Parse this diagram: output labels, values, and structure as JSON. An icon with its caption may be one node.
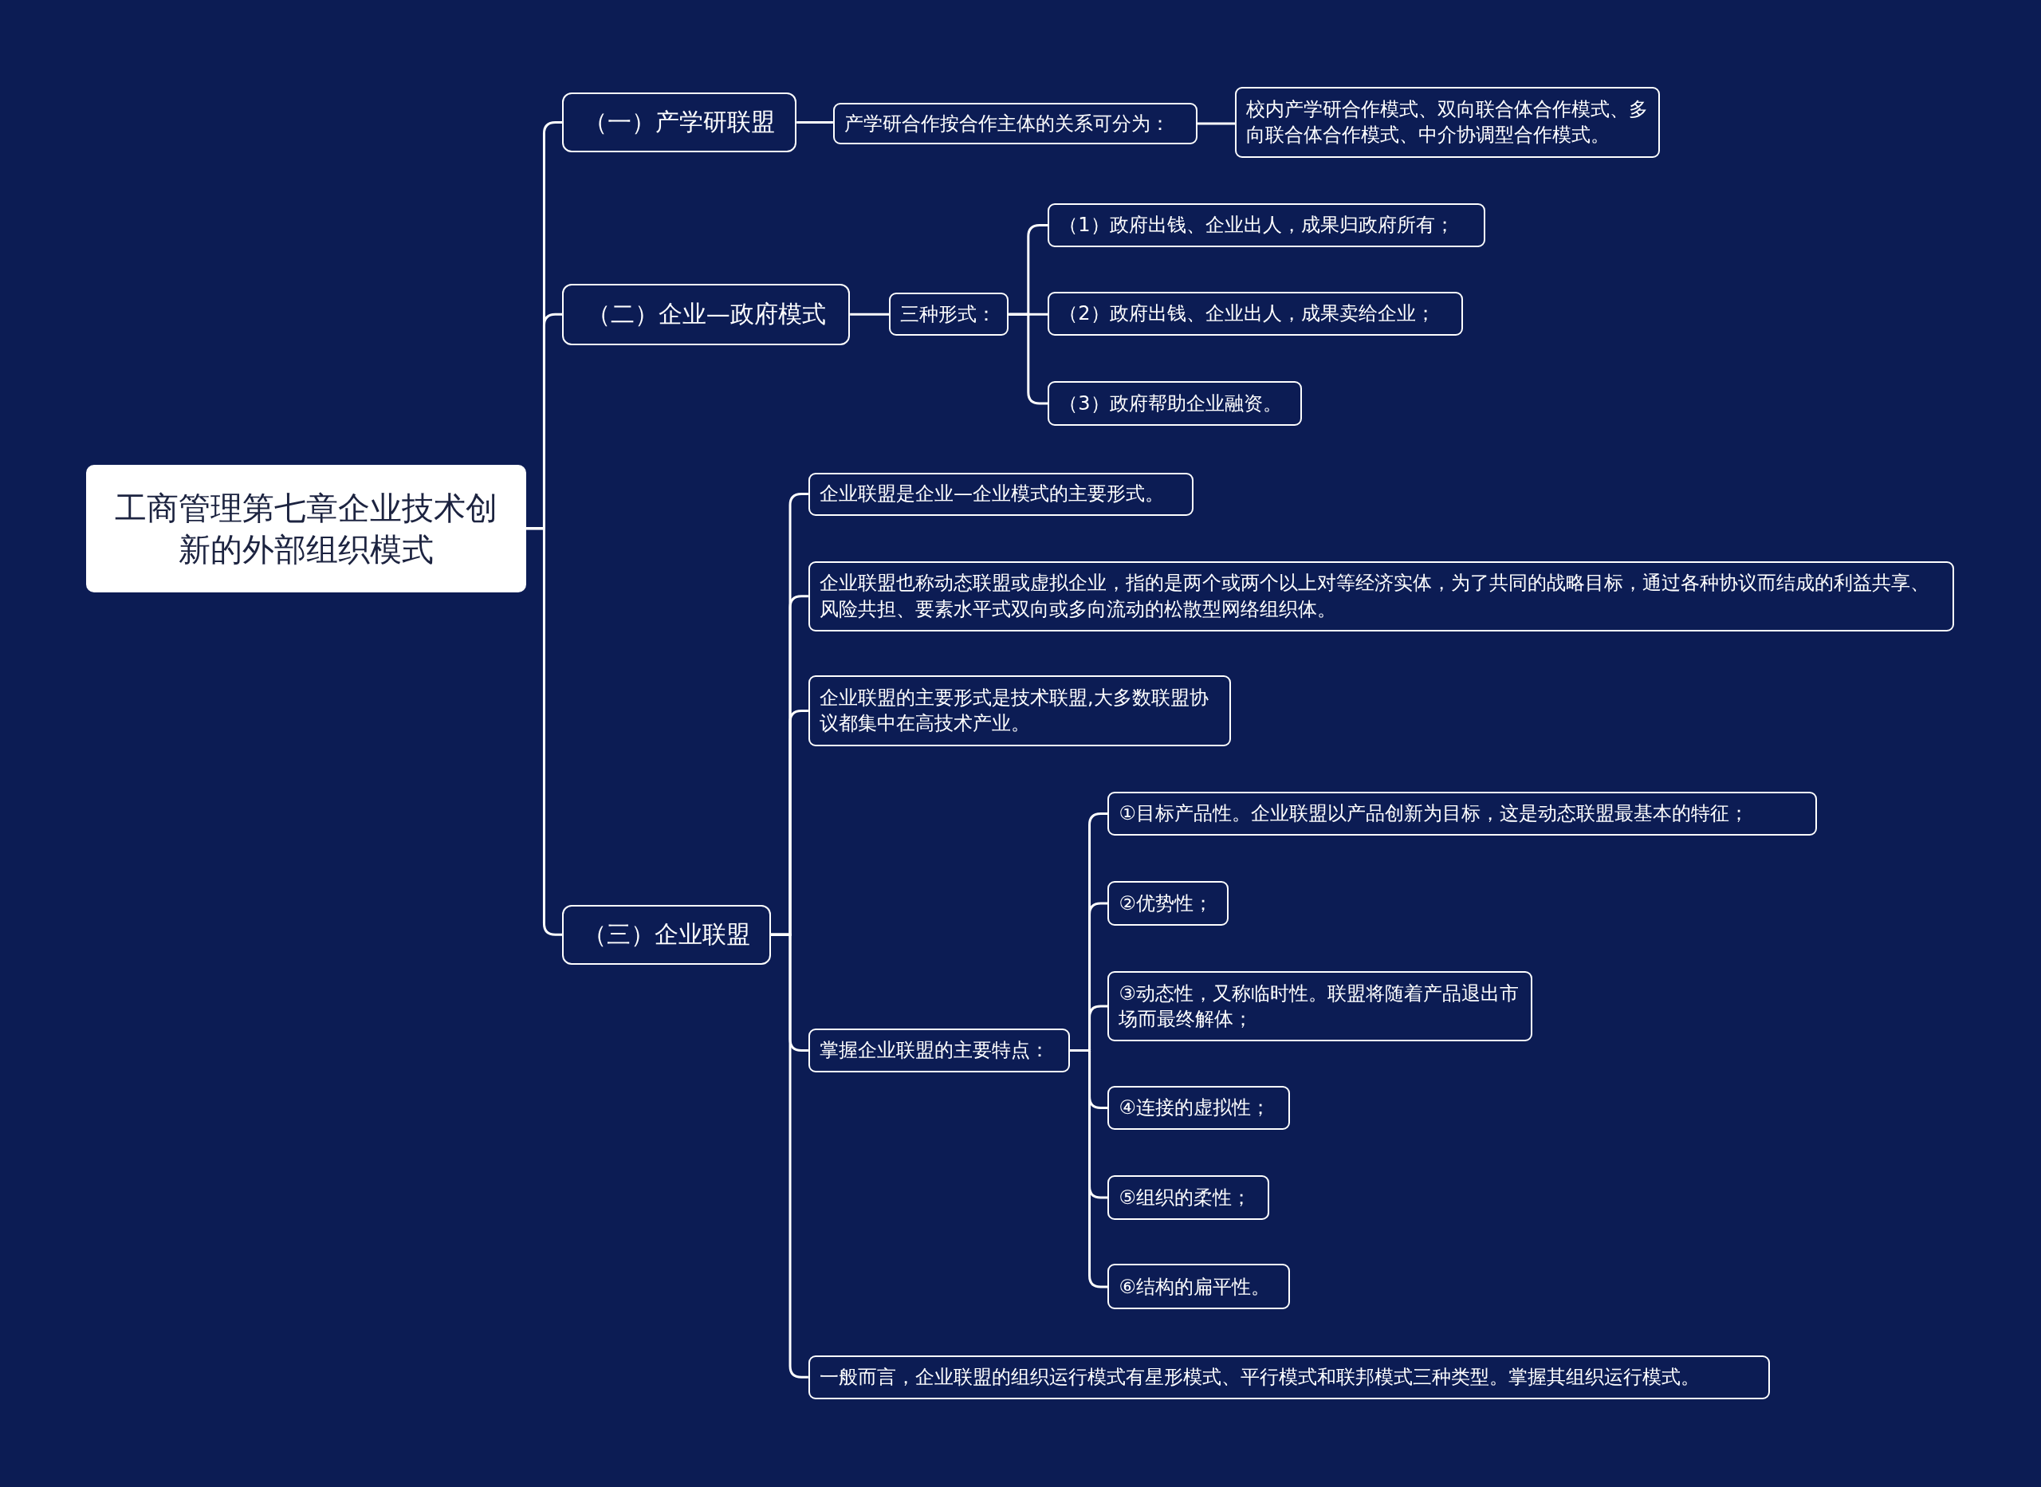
{
  "diagram": {
    "nodes": [
      {
        "text": [
          "工商管理第七章企业技术创新的外部组织模式"
        ]
      },
      {
        "text": [
          "（一）产学研联盟"
        ]
      },
      {
        "text": [
          "产学研合作按合作主体的关系可分为："
        ]
      },
      {
        "text": [
          "校内产学研合作模式、双向联合体合作模式、多向联合体合作模式、中介协调型合作模式。"
        ]
      },
      {
        "text": [
          "（二）企业—政府模式"
        ]
      },
      {
        "text": [
          "三种形式："
        ]
      },
      {
        "text": [
          "（1）政府出钱、企业出人，成果归政府所有；"
        ]
      },
      {
        "text": [
          "（2）政府出钱、企业出人，成果卖给企业；"
        ]
      },
      {
        "text": [
          "（3）政府帮助企业融资。"
        ]
      },
      {
        "text": [
          "（三）企业联盟"
        ]
      },
      {
        "text": [
          "企业联盟是企业—企业模式的主要形式。"
        ]
      },
      {
        "text": [
          "企业联盟也称动态联盟或虚拟企业，指的是两个或两个以上对等经济实体，为了共同的战略目标，通过各种协议而结成的利益共享、风险共担、要素水平式双向或多向流动的松散型网络组织体。"
        ]
      },
      {
        "text": [
          "企业联盟的主要形式是技术联盟,大多数联盟协议都集中在高技术产业。"
        ]
      },
      {
        "text": [
          "掌握企业联盟的主要特点："
        ]
      },
      {
        "text": [
          "①目标产品性。企业联盟以产品创新为目标，这是动态联盟最基本的特征；"
        ]
      },
      {
        "text": [
          "②优势性；"
        ]
      },
      {
        "text": [
          "③动态性，又称临时性。联盟将随着产品退出市场而最终解体；"
        ]
      },
      {
        "text": [
          "④连接的虚拟性；"
        ]
      },
      {
        "text": [
          "⑤组织的柔性；"
        ]
      },
      {
        "text": [
          "⑥结构的扁平性。"
        ]
      },
      {
        "text": [
          "一般而言，企业联盟的组织运行模式有星形模式、平行模式和联邦模式三种类型。掌握其组织运行模式。"
        ]
      }
    ],
    "edges": [
      {
        "from": 0,
        "to": 1,
        "arrow": "none"
      },
      {
        "from": 1,
        "to": 2,
        "arrow": "none"
      },
      {
        "from": 2,
        "to": 3,
        "arrow": "none"
      },
      {
        "from": 0,
        "to": 4,
        "arrow": "none"
      },
      {
        "from": 4,
        "to": 5,
        "arrow": "none"
      },
      {
        "from": 5,
        "to": 6,
        "arrow": "none"
      },
      {
        "from": 5,
        "to": 7,
        "arrow": "none"
      },
      {
        "from": 5,
        "to": 8,
        "arrow": "none"
      },
      {
        "from": 0,
        "to": 9,
        "arrow": "none"
      },
      {
        "from": 9,
        "to": 10,
        "arrow": "none"
      },
      {
        "from": 9,
        "to": 11,
        "arrow": "none"
      },
      {
        "from": 9,
        "to": 12,
        "arrow": "none"
      },
      {
        "from": 9,
        "to": 13,
        "arrow": "none"
      },
      {
        "from": 13,
        "to": 14,
        "arrow": "none"
      },
      {
        "from": 13,
        "to": 15,
        "arrow": "none"
      },
      {
        "from": 13,
        "to": 16,
        "arrow": "none"
      },
      {
        "from": 13,
        "to": 17,
        "arrow": "none"
      },
      {
        "from": 13,
        "to": 18,
        "arrow": "none"
      },
      {
        "from": 13,
        "to": 19,
        "arrow": "none"
      },
      {
        "from": 9,
        "to": 20,
        "arrow": "none"
      }
    ]
  }
}
